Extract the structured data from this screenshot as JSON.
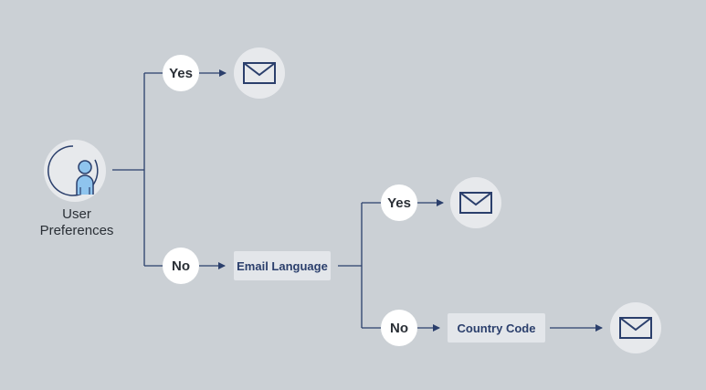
{
  "diagram": {
    "root": {
      "label_line1": "User",
      "label_line2": "Preferences",
      "icon": "user-icon"
    },
    "branch_top": {
      "answer": "Yes",
      "outcome_icon": "envelope-icon"
    },
    "branch_bottom": {
      "answer": "No",
      "decision": "Email Language"
    },
    "email_language_yes": {
      "answer": "Yes",
      "outcome_icon": "envelope-icon"
    },
    "email_language_no": {
      "answer": "No",
      "decision": "Country Code",
      "outcome_icon": "envelope-icon"
    },
    "colors": {
      "background": "#cbd0d5",
      "line": "#2b3f6c",
      "accent_blue": "#8fc4ee"
    }
  }
}
